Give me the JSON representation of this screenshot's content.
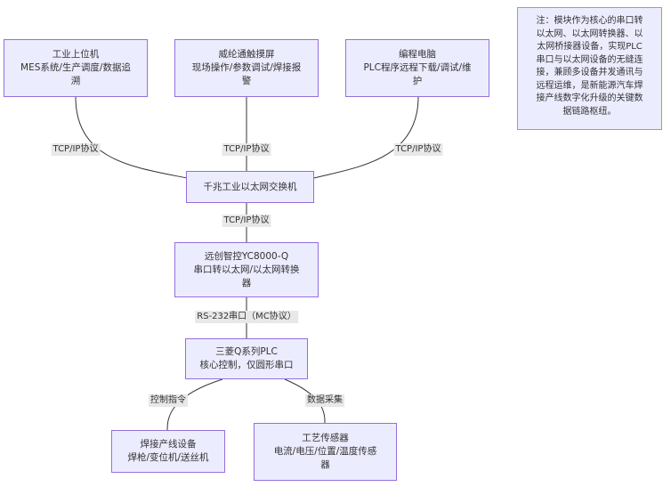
{
  "nodes": {
    "host": {
      "title": "工业上位机",
      "lines": [
        "MES系统/生产调度/数据追",
        "溯"
      ]
    },
    "hmi": {
      "title": "威纶通触摸屏",
      "lines": [
        "现场操作/参数调试/焊接报",
        "警"
      ]
    },
    "pc": {
      "title": "编程电脑",
      "lines": [
        "PLC程序远程下载/调试/维",
        "护"
      ]
    },
    "switch": {
      "title": "千兆工业以太网交换机",
      "lines": []
    },
    "converter": {
      "title": "远创智控YC8000-Q",
      "lines": [
        "串口转以太网/以太网转换",
        "器"
      ]
    },
    "plc": {
      "title": "三菱Q系列PLC",
      "lines": [
        "核心控制，仅圆形串口"
      ]
    },
    "welding": {
      "title": "焊接产线设备",
      "lines": [
        "焊枪/变位机/送丝机"
      ]
    },
    "sensor": {
      "title": "工艺传感器",
      "lines": [
        "电流/电压/位置/温度传感",
        "器"
      ]
    }
  },
  "edges": {
    "host_switch": "TCP/IP协议",
    "hmi_switch": "TCP/IP协议",
    "pc_switch": "TCP/IP协议",
    "switch_converter": "TCP/IP协议",
    "converter_plc": "RS-232串口（MC协议）",
    "plc_welding": "控制指令",
    "plc_sensor": "数据采集"
  },
  "note": {
    "lines": [
      "注：模块作为核心的串口转",
      "以太网、以太网转换器、以",
      "太网桥接器设备，实现PLC",
      "串口与以太网设备的无缝连",
      "接，兼顾多设备并发通讯与",
      "远程运维，是新能源汽车焊",
      "接产线数字化升级的关键数",
      "据链路枢纽。"
    ]
  },
  "colors": {
    "node_fill": "#ECECFF",
    "node_border": "#9370DB",
    "edge": "#333333",
    "label_bg": "#e8e8e8",
    "note_border": "#aaaa33"
  }
}
